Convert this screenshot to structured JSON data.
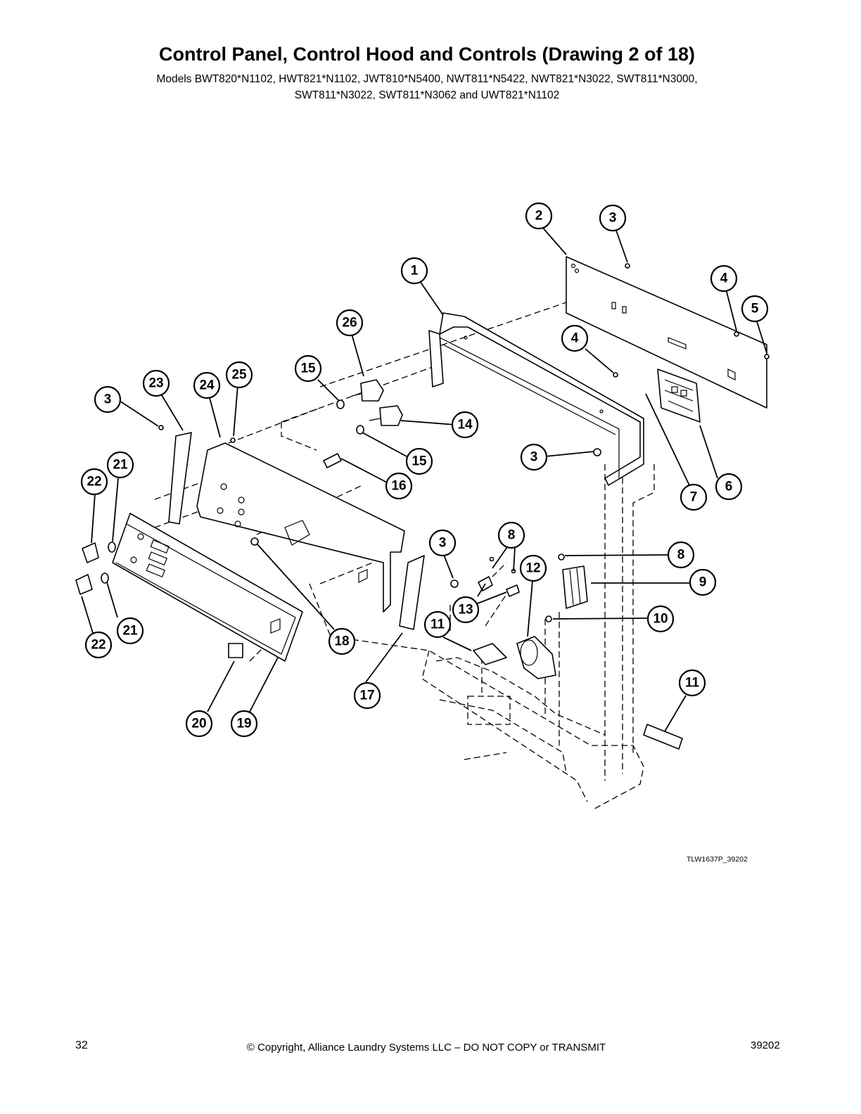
{
  "title": "Control Panel, Control Hood and Controls (Drawing 2 of 18)",
  "models_line1": "Models BWT820*N1102, HWT821*N1102, JWT810*N5400, NWT811*N5422, NWT821*N3022, SWT811*N3000,",
  "models_line2": "SWT811*N3022, SWT811*N3062 and UWT821*N1102",
  "drawing_id": "TLW1637P_39202",
  "footer": {
    "page_number": "32",
    "copyright": "© Copyright, Alliance Laundry Systems LLC – DO NOT COPY or TRANSMIT",
    "document_number": "39202"
  },
  "callouts": [
    "2",
    "3",
    "1",
    "4",
    "5",
    "26",
    "4",
    "15",
    "23",
    "24",
    "25",
    "3",
    "14",
    "3",
    "15",
    "21",
    "16",
    "22",
    "6",
    "7",
    "3",
    "8",
    "12",
    "8",
    "9",
    "13",
    "10",
    "11",
    "21",
    "18",
    "22",
    "11",
    "17",
    "20",
    "19"
  ]
}
